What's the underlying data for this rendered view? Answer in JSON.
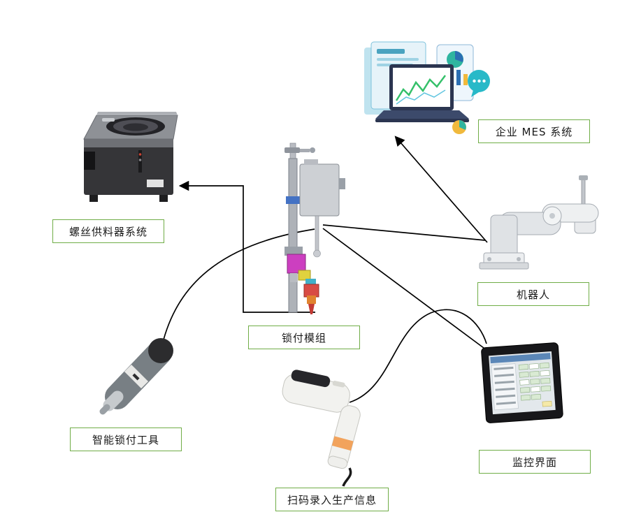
{
  "diagram": {
    "nodes": [
      {
        "id": "screw-feeder",
        "label": "螺丝供料器系统",
        "illustration": "screw-feeder-machine"
      },
      {
        "id": "mes-system",
        "label": "企业 MES 系统",
        "illustration": "mes-analytics-laptop"
      },
      {
        "id": "locking-module",
        "label": "锁付模组",
        "illustration": "screw-locking-module"
      },
      {
        "id": "robot",
        "label": "机器人",
        "illustration": "scara-robot"
      },
      {
        "id": "smart-tool",
        "label": "智能锁付工具",
        "illustration": "smart-screwdriver-tool"
      },
      {
        "id": "scanner",
        "label": "扫码录入生产信息",
        "illustration": "barcode-scanner"
      },
      {
        "id": "monitor",
        "label": "监控界面",
        "illustration": "hmi-monitor-panel"
      }
    ],
    "connections": [
      {
        "from": "locking-module",
        "to": "screw-feeder",
        "arrowhead": true
      },
      {
        "from": "smart-tool",
        "to": "locking-module",
        "arrowhead": false
      },
      {
        "from": "locking-module",
        "to": "robot",
        "arrowhead": false
      },
      {
        "from": "robot",
        "to": "mes-system",
        "arrowhead": true
      },
      {
        "from": "locking-module",
        "to": "monitor",
        "arrowhead": false
      },
      {
        "from": "scanner",
        "to": "monitor",
        "arrowhead": false
      }
    ]
  },
  "colors": {
    "label-border": "#70AD47",
    "label-text": "#1a1a1a",
    "connector": "#000000",
    "canvas-bg": "#ffffff"
  }
}
